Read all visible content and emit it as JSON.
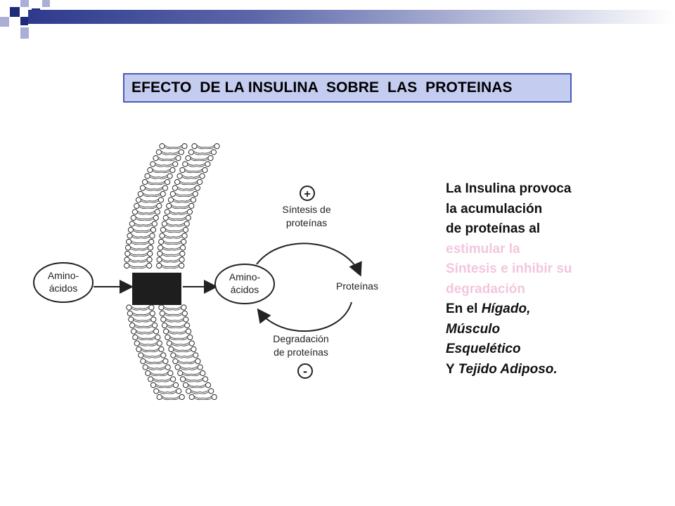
{
  "title": "EFECTO  DE LA INSULINA  SOBRE  LAS  PROTEINAS",
  "colors": {
    "navy": "#1f2b7a",
    "title_fill": "#c4ccf0",
    "title_border": "#4a5db8",
    "highlight_text": "#f3c6dd"
  },
  "diagram": {
    "aa_outside_line1": "Amino-",
    "aa_outside_line2": "ácidos",
    "aa_inside_line1": "Amino-",
    "aa_inside_line2": "ácidos",
    "synthesis_line1": "Síntesis de",
    "synthesis_line2": "proteínas",
    "proteins": "Proteínas",
    "degradation_line1": "Degradación",
    "degradation_line2": "de proteínas",
    "plus_sign": "+",
    "minus_sign": "-"
  },
  "side_text": {
    "line1": "La Insulina provoca",
    "line2": "la acumulación",
    "line3": "de proteínas al",
    "line4": "estimular la",
    "line5": "Síntesis e inhibir su",
    "line6": "degradación",
    "line7_a": "En el ",
    "line7_b": "Hígado,",
    "line8": "Músculo",
    "line9": "Esquelético",
    "line10_a": "Y  ",
    "line10_b": "Tejido Adiposo."
  }
}
